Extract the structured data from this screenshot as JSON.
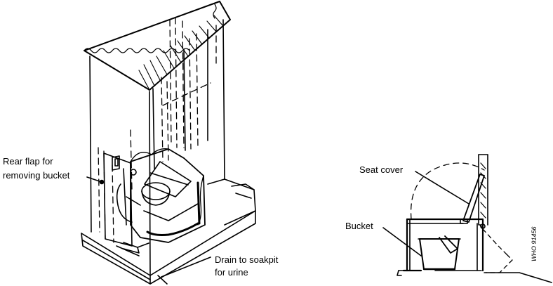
{
  "labels": {
    "rear_flap_line1": "Rear flap for",
    "rear_flap_line2": "removing bucket",
    "drain_line1": "Drain to soakpit",
    "drain_line2": "for urine",
    "seat_cover": "Seat cover",
    "bucket": "Bucket",
    "figure_code": "WHO 91456"
  },
  "colors": {
    "ink": "#000000",
    "paper": "#ffffff"
  }
}
